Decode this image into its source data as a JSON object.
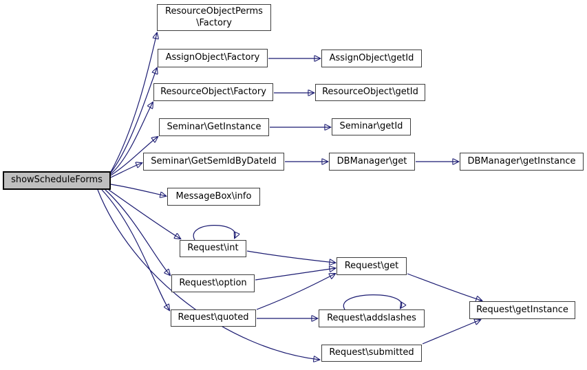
{
  "diagram": {
    "type": "call-graph",
    "title": "showScheduleForms call graph",
    "colors": {
      "edge": "#191970",
      "node_border": "#3d3d3d",
      "node_fill": "#ffffff",
      "focus_node_fill": "#bfbfbf",
      "focus_node_border": "#000000",
      "background": "#ffffff"
    },
    "nodes": [
      {
        "id": "showScheduleForms",
        "label": "showScheduleForms",
        "focus": true
      },
      {
        "id": "ResourceObjectPerms\\Factory",
        "label": "ResourceObjectPerms\\Factory",
        "lines": [
          "ResourceObjectPerms",
          "\\Factory"
        ]
      },
      {
        "id": "AssignObject\\Factory",
        "label": "AssignObject\\Factory"
      },
      {
        "id": "AssignObject\\getId",
        "label": "AssignObject\\getId"
      },
      {
        "id": "ResourceObject\\Factory",
        "label": "ResourceObject\\Factory"
      },
      {
        "id": "ResourceObject\\getId",
        "label": "ResourceObject\\getId"
      },
      {
        "id": "Seminar\\GetInstance",
        "label": "Seminar\\GetInstance"
      },
      {
        "id": "Seminar\\getId",
        "label": "Seminar\\getId"
      },
      {
        "id": "Seminar\\GetSemIdByDateId",
        "label": "Seminar\\GetSemIdByDateId"
      },
      {
        "id": "DBManager\\get",
        "label": "DBManager\\get"
      },
      {
        "id": "DBManager\\getInstance",
        "label": "DBManager\\getInstance"
      },
      {
        "id": "MessageBox\\info",
        "label": "MessageBox\\info"
      },
      {
        "id": "Request\\int",
        "label": "Request\\int"
      },
      {
        "id": "Request\\get",
        "label": "Request\\get"
      },
      {
        "id": "Request\\option",
        "label": "Request\\option"
      },
      {
        "id": "Request\\quoted",
        "label": "Request\\quoted"
      },
      {
        "id": "Request\\addslashes",
        "label": "Request\\addslashes"
      },
      {
        "id": "Request\\getInstance",
        "label": "Request\\getInstance"
      },
      {
        "id": "Request\\submitted",
        "label": "Request\\submitted"
      }
    ],
    "edges": [
      {
        "from": "showScheduleForms",
        "to": "ResourceObjectPerms\\Factory"
      },
      {
        "from": "showScheduleForms",
        "to": "AssignObject\\Factory"
      },
      {
        "from": "showScheduleForms",
        "to": "ResourceObject\\Factory"
      },
      {
        "from": "showScheduleForms",
        "to": "Seminar\\GetInstance"
      },
      {
        "from": "showScheduleForms",
        "to": "Seminar\\GetSemIdByDateId"
      },
      {
        "from": "showScheduleForms",
        "to": "MessageBox\\info"
      },
      {
        "from": "showScheduleForms",
        "to": "Request\\int"
      },
      {
        "from": "showScheduleForms",
        "to": "Request\\option"
      },
      {
        "from": "showScheduleForms",
        "to": "Request\\quoted"
      },
      {
        "from": "showScheduleForms",
        "to": "Request\\submitted"
      },
      {
        "from": "AssignObject\\Factory",
        "to": "AssignObject\\getId"
      },
      {
        "from": "ResourceObject\\Factory",
        "to": "ResourceObject\\getId"
      },
      {
        "from": "Seminar\\GetInstance",
        "to": "Seminar\\getId"
      },
      {
        "from": "Seminar\\GetSemIdByDateId",
        "to": "DBManager\\get"
      },
      {
        "from": "DBManager\\get",
        "to": "DBManager\\getInstance"
      },
      {
        "from": "Request\\int",
        "to": "Request\\int"
      },
      {
        "from": "Request\\int",
        "to": "Request\\get"
      },
      {
        "from": "Request\\option",
        "to": "Request\\get"
      },
      {
        "from": "Request\\quoted",
        "to": "Request\\get"
      },
      {
        "from": "Request\\quoted",
        "to": "Request\\addslashes"
      },
      {
        "from": "Request\\addslashes",
        "to": "Request\\addslashes"
      },
      {
        "from": "Request\\get",
        "to": "Request\\getInstance"
      },
      {
        "from": "Request\\submitted",
        "to": "Request\\getInstance"
      }
    ]
  }
}
